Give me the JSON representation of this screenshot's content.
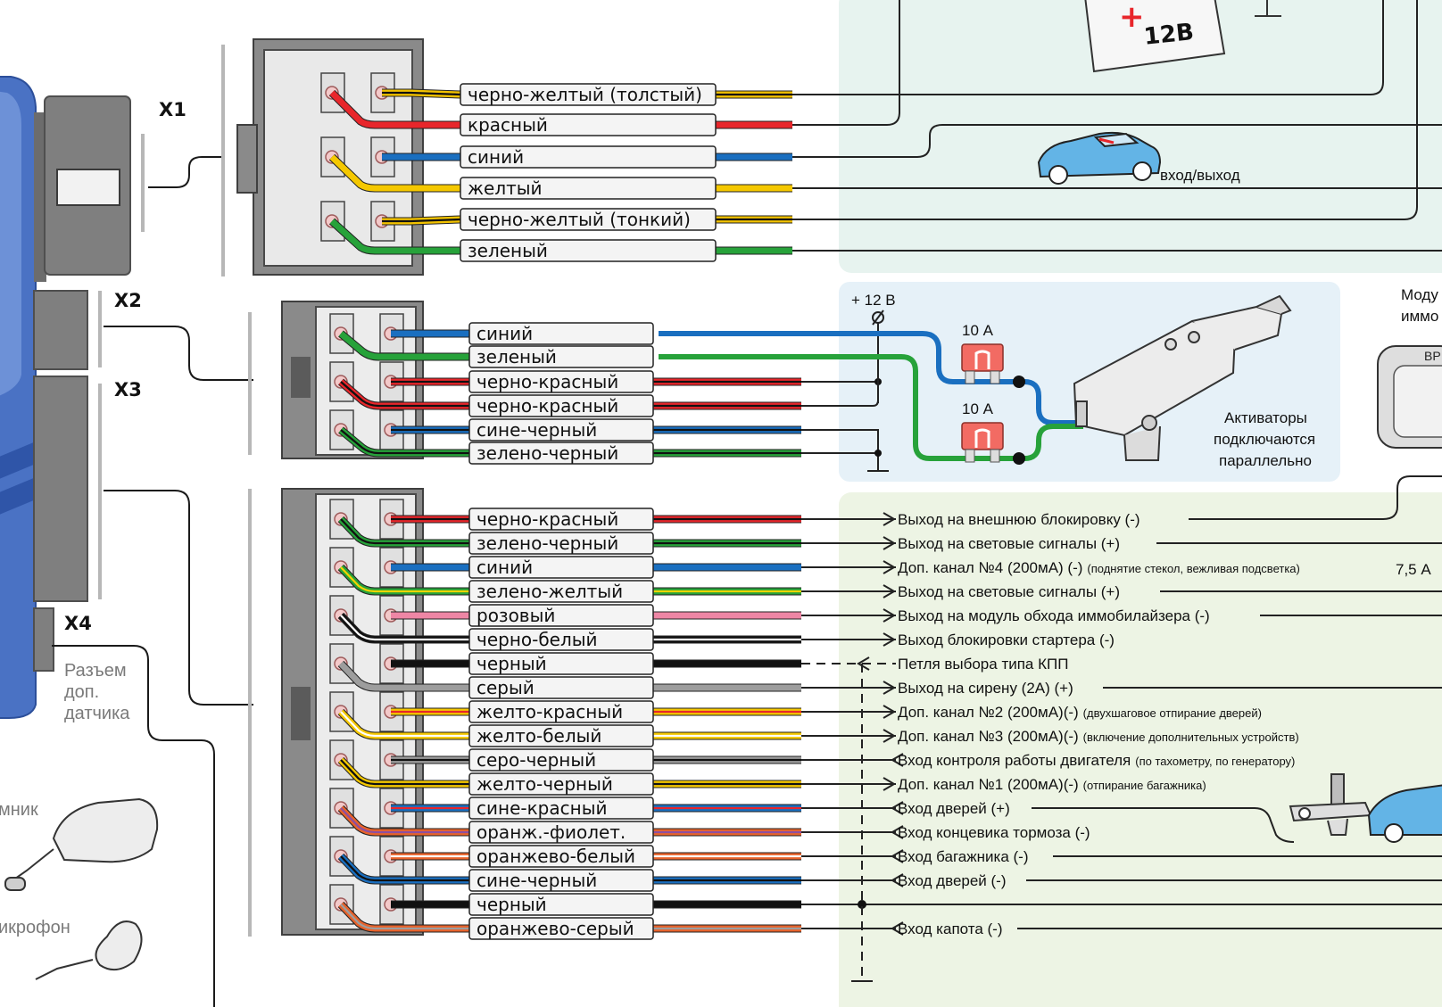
{
  "connectors": {
    "x1": "X1",
    "x2": "X2",
    "x3": "X3",
    "x4": "X4"
  },
  "x4_caption": [
    "Разъем",
    "доп.",
    "датчика"
  ],
  "left_partial": {
    "antenna": "мник",
    "microphone": "икрофон"
  },
  "battery": "12В",
  "car_top_label": "вход/выход",
  "supply_label": "+ 12 В",
  "fuse_labels": [
    "10 А",
    "10 А"
  ],
  "actuator_note": [
    "Активаторы",
    "подключаются",
    "параллельно"
  ],
  "module_partial": [
    "Моду",
    "иммо"
  ],
  "module_button": "ВР",
  "current_label": "7,5 А",
  "x1_wires": [
    {
      "label": "черно-желтый (толстый)",
      "c1": "#f2c200",
      "c2": "#111111"
    },
    {
      "label": "красный",
      "c1": "#e8262b",
      "c2": ""
    },
    {
      "label": "синий",
      "c1": "#1a6fc0",
      "c2": ""
    },
    {
      "label": "желтый",
      "c1": "#f5c800",
      "c2": ""
    },
    {
      "label": "черно-желтый (тонкий)",
      "c1": "#f2c200",
      "c2": "#111111"
    },
    {
      "label": "зеленый",
      "c1": "#27a23a",
      "c2": ""
    }
  ],
  "x2_wires": [
    {
      "label": "синий",
      "c1": "#1a6fc0",
      "c2": ""
    },
    {
      "label": "зеленый",
      "c1": "#27a23a",
      "c2": ""
    },
    {
      "label": "черно-красный",
      "c1": "#e8262b",
      "c2": "#111111"
    },
    {
      "label": "черно-красный",
      "c1": "#e8262b",
      "c2": "#111111"
    },
    {
      "label": "сине-черный",
      "c1": "#1a6fc0",
      "c2": "#111111"
    },
    {
      "label": "зелено-черный",
      "c1": "#27a23a",
      "c2": "#111111"
    }
  ],
  "x3_wires": [
    {
      "label": "черно-красный",
      "c1": "#e8262b",
      "c2": "#111111",
      "out": "Выход на  внешнюю блокировку (-)",
      "note": "",
      "arrow": "right"
    },
    {
      "label": "зелено-черный",
      "c1": "#27a23a",
      "c2": "#111111",
      "out": "Выход на световые сигналы (+)",
      "note": "",
      "arrow": "right"
    },
    {
      "label": "синий",
      "c1": "#1a6fc0",
      "c2": "",
      "out": "Доп. канал №4 (200мА) (-)",
      "note": "(поднятие стекол, вежливая подсветка)",
      "arrow": "right"
    },
    {
      "label": "зелено-желтый",
      "c1": "#27a23a",
      "c2": "#f2d400",
      "out": "Выход на световые сигналы (+)",
      "note": "",
      "arrow": "right"
    },
    {
      "label": "розовый",
      "c1": "#ee86a5",
      "c2": "",
      "out": "Выход на модуль обхода иммобилайзера (-)",
      "note": "",
      "arrow": "right"
    },
    {
      "label": "черно-белый",
      "c1": "#111111",
      "c2": "#ffffff",
      "out": "Выход блокировки стартера (-)",
      "note": "",
      "arrow": "right"
    },
    {
      "label": "черный",
      "c1": "#111111",
      "c2": "",
      "out": "Петля выбора типа КПП",
      "note": "",
      "arrow": "left"
    },
    {
      "label": "серый",
      "c1": "#9d9d9d",
      "c2": "",
      "out": "Выход на сирену (2А) (+)",
      "note": "",
      "arrow": "right"
    },
    {
      "label": "желто-красный",
      "c1": "#f5c800",
      "c2": "#e8262b",
      "out": "Доп. канал №2 (200мА)(-)",
      "note": "(двухшаговое отпирание дверей)",
      "arrow": "right"
    },
    {
      "label": "желто-белый",
      "c1": "#f5c800",
      "c2": "#ffffff",
      "out": "Доп. канал №3 (200мА)(-)",
      "note": "(включение дополнительных устройств)",
      "arrow": "right"
    },
    {
      "label": "серо-черный",
      "c1": "#9d9d9d",
      "c2": "#111111",
      "out": "Вход контроля работы двигателя",
      "note": "(по тахометру, по генератору)",
      "arrow": "left"
    },
    {
      "label": "желто-черный",
      "c1": "#f5c800",
      "c2": "#111111",
      "out": "Доп. канал №1 (200мА)(-)",
      "note": "(отпирание багажника)",
      "arrow": "right"
    },
    {
      "label": "сине-красный",
      "c1": "#1a6fc0",
      "c2": "#e8262b",
      "out": "Вход дверей (+)",
      "note": "",
      "arrow": "left"
    },
    {
      "label": "оранж.-фиолет.",
      "c1": "#e8622a",
      "c2": "#8d4fa0",
      "out": "Вход концевика тормоза (-)",
      "note": "",
      "arrow": "left"
    },
    {
      "label": "оранжево-белый",
      "c1": "#e8622a",
      "c2": "#ffffff",
      "out": "Вход багажника (-)",
      "note": "",
      "arrow": "left"
    },
    {
      "label": "сине-черный",
      "c1": "#1a6fc0",
      "c2": "#111111",
      "out": "Вход дверей (-)",
      "note": "",
      "arrow": "left"
    },
    {
      "label": "черный",
      "c1": "#111111",
      "c2": "",
      "out": "",
      "note": "",
      "arrow": "none"
    },
    {
      "label": "оранжево-серый",
      "c1": "#e8622a",
      "c2": "#9d9d9d",
      "out": "Вход капота (-)",
      "note": "",
      "arrow": "left"
    }
  ]
}
